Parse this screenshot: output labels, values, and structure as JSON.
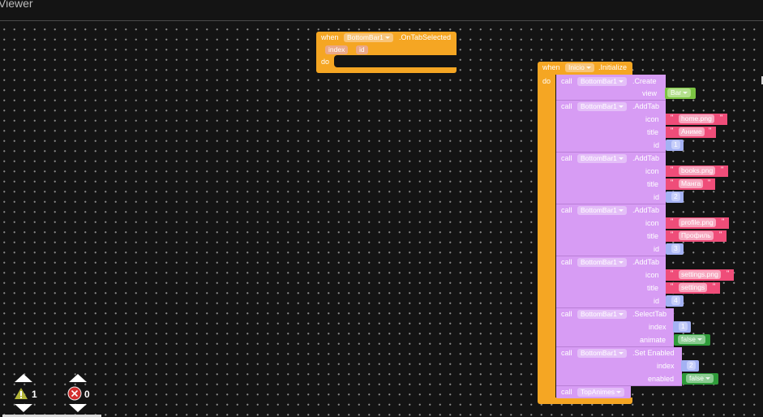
{
  "window": {
    "title": "Viewer"
  },
  "event_block_1": {
    "when": "when",
    "component": "BottomBar1",
    "event": ".OnTabSelected",
    "params": [
      "index",
      "id"
    ],
    "do": "do"
  },
  "event_block_2": {
    "when": "when",
    "component": "Inicio",
    "event": ".Initialize",
    "do": "do",
    "calls": [
      {
        "call": "call",
        "component": "BottomBar1",
        "method": ".Create",
        "args": [
          {
            "name": "view",
            "value": "Bar"
          }
        ]
      },
      {
        "call": "call",
        "component": "BottomBar1",
        "method": ".AddTab",
        "args": [
          {
            "name": "icon",
            "value": "home.png"
          },
          {
            "name": "title",
            "value": "Аниме"
          },
          {
            "name": "id",
            "value": "1"
          }
        ]
      },
      {
        "call": "call",
        "component": "BottomBar1",
        "method": ".AddTab",
        "args": [
          {
            "name": "icon",
            "value": "books.png"
          },
          {
            "name": "title",
            "value": "Манга"
          },
          {
            "name": "id",
            "value": "2"
          }
        ]
      },
      {
        "call": "call",
        "component": "BottomBar1",
        "method": ".AddTab",
        "args": [
          {
            "name": "icon",
            "value": "profile.png"
          },
          {
            "name": "title",
            "value": "Профиль"
          },
          {
            "name": "id",
            "value": "3"
          }
        ]
      },
      {
        "call": "call",
        "component": "BottomBar1",
        "method": ".AddTab",
        "args": [
          {
            "name": "icon",
            "value": "settings.png"
          },
          {
            "name": "title",
            "value": "settings"
          },
          {
            "name": "id",
            "value": "4"
          }
        ]
      },
      {
        "call": "call",
        "component": "BottomBar1",
        "method": ".SelectTab",
        "args": [
          {
            "name": "index",
            "value": "1"
          },
          {
            "name": "animate",
            "value": "false"
          }
        ]
      },
      {
        "call": "call",
        "component": "BottomBar1",
        "method": ".Set Enabled",
        "args": [
          {
            "name": "index",
            "value": "2"
          },
          {
            "name": "enabled",
            "value": "false"
          }
        ]
      },
      {
        "call": "call",
        "component": "TopAnimes",
        "method": ""
      }
    ]
  },
  "indicators": {
    "warnings": {
      "icon": "warning-icon",
      "count": "1"
    },
    "errors": {
      "icon": "error-icon",
      "count": "0"
    }
  },
  "colors": {
    "event": "#f5a623",
    "procedure": "#d79cf4",
    "text": "#ef4d79",
    "math": "#a4b1f3",
    "logic": "#2f9b3a",
    "component": "#7cc443"
  }
}
